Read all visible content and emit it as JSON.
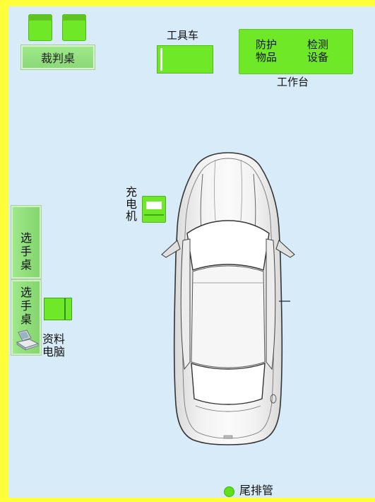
{
  "labels": {
    "judge_desk": "裁判桌",
    "tool_cart": "工具车",
    "workbench_protect": "防护物品",
    "workbench_protect_l1": "防护",
    "workbench_protect_l2": "物品",
    "workbench_detect": "检测设备",
    "workbench_detect_l1": "检测",
    "workbench_detect_l2": "设备",
    "workbench": "工作台",
    "charger_c1": "充",
    "charger_c2": "电",
    "charger_c3": "机",
    "player_desk_1": [
      "选",
      "手",
      "桌"
    ],
    "player_desk_2": [
      "选",
      "手",
      "桌"
    ],
    "pc_l1": "资料",
    "pc_l2": "电脑",
    "exhaust": "尾排管"
  },
  "icons": {
    "computer": "computer-icon",
    "car": "car-topview-icon"
  },
  "colors": {
    "floor": "#d8ebf8",
    "frame": "#ffff3a",
    "equipment_green": "#6ee827",
    "desk_green": "#8ddc79"
  }
}
